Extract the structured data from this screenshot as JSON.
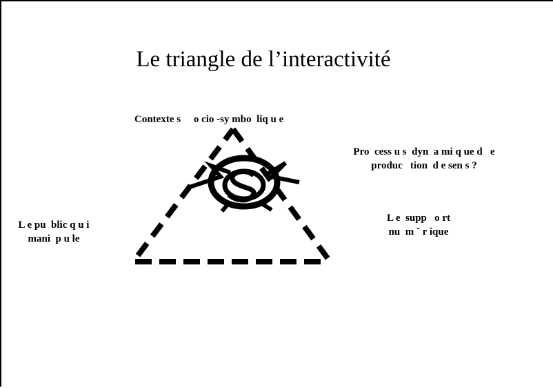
{
  "title": "Le triangle de l’interactivité",
  "labels": {
    "context": "Contexte s     o cio -sy mbo  liq u e",
    "process": "Pro  cess u s  dyn  a mi q ue d   e\nproduc   tion  d e sen s ?",
    "support": "L e  supp   o rt\nnu  m ˇ r ique",
    "public": "L e pu  blic q u i\nmani  p u le"
  },
  "colors": {
    "stroke": "#000000",
    "background": "#ffffff"
  },
  "icons": {
    "center": "spiral-star-icon"
  }
}
